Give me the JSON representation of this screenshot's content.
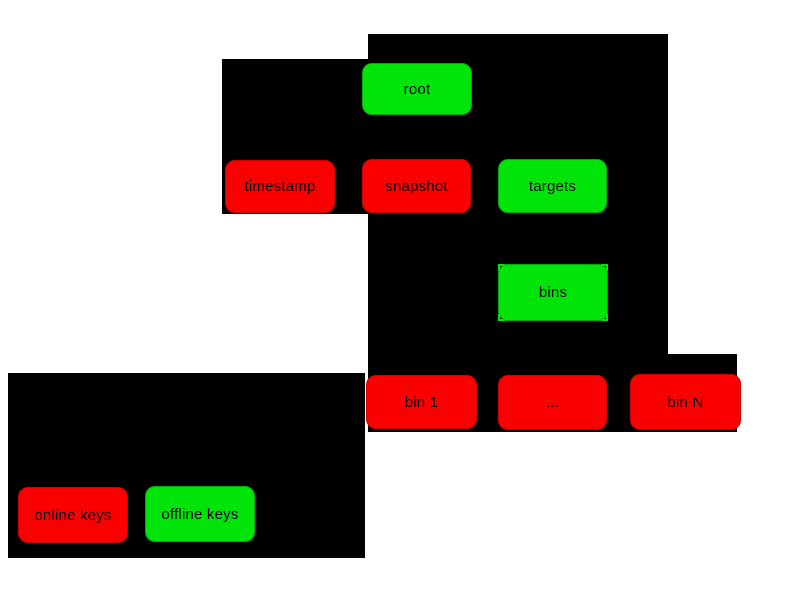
{
  "colors": {
    "page_bg": "#ffffff",
    "panel": "#000000",
    "text": "#000000",
    "online": "#fb0000",
    "online_border": "#cf0000",
    "offline": "#00e40a",
    "offline_border": "#00ae07"
  },
  "nodes": [
    {
      "id": "root",
      "label": "root",
      "keys": "offline"
    },
    {
      "id": "timestamp",
      "label": "timestamp",
      "keys": "online"
    },
    {
      "id": "snapshot",
      "label": "snapshot",
      "keys": "online"
    },
    {
      "id": "targets",
      "label": "targets",
      "keys": "offline"
    },
    {
      "id": "bins",
      "label": "bins",
      "keys": "offline"
    },
    {
      "id": "bin-1",
      "label": "bin 1",
      "keys": "online"
    },
    {
      "id": "bin-dots",
      "label": "...",
      "keys": "online"
    },
    {
      "id": "bin-n",
      "label": "bin N",
      "keys": "online"
    }
  ],
  "legend": [
    {
      "id": "online-keys",
      "label": "online keys",
      "keys": "online"
    },
    {
      "id": "offline-keys",
      "label": "offline keys",
      "keys": "offline"
    }
  ]
}
